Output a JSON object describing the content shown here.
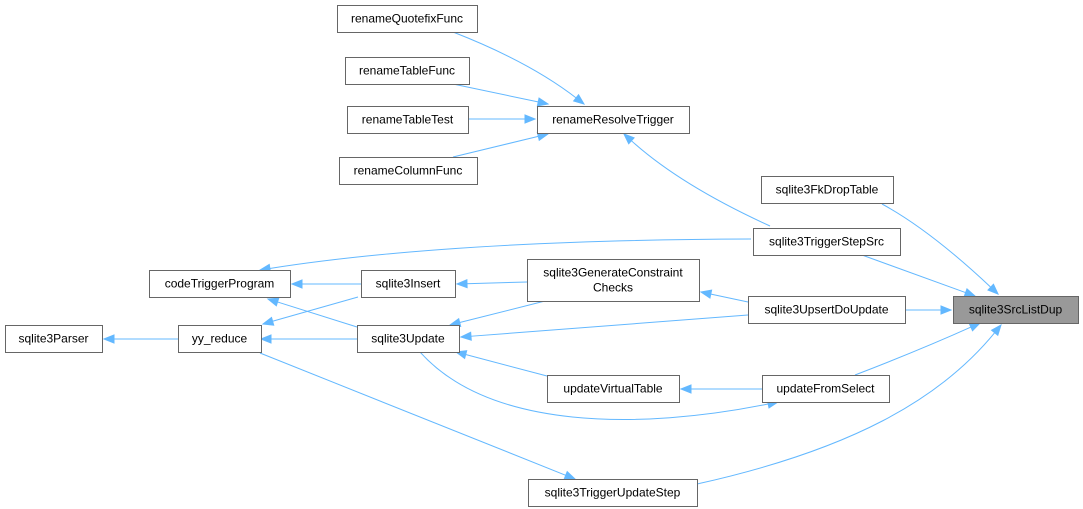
{
  "graph": {
    "colors": {
      "edge": "#63b8ff",
      "node_border": "#666666",
      "node_fill": "#ffffff",
      "target_fill": "#999999"
    },
    "nodes": [
      {
        "id": "renameQuotefixFunc",
        "label": "renameQuotefixFunc"
      },
      {
        "id": "renameTableFunc",
        "label": "renameTableFunc"
      },
      {
        "id": "renameTableTest",
        "label": "renameTableTest"
      },
      {
        "id": "renameColumnFunc",
        "label": "renameColumnFunc"
      },
      {
        "id": "renameResolveTrigger",
        "label": "renameResolveTrigger"
      },
      {
        "id": "sqlite3FkDropTable",
        "label": "sqlite3FkDropTable"
      },
      {
        "id": "sqlite3TriggerStepSrc",
        "label": "sqlite3TriggerStepSrc"
      },
      {
        "id": "codeTriggerProgram",
        "label": "codeTriggerProgram"
      },
      {
        "id": "sqlite3Insert",
        "label": "sqlite3Insert"
      },
      {
        "id": "sqlite3GenerateConstraintChecks",
        "label": [
          "sqlite3GenerateConstraint",
          "Checks"
        ]
      },
      {
        "id": "sqlite3UpsertDoUpdate",
        "label": "sqlite3UpsertDoUpdate"
      },
      {
        "id": "sqlite3SrcListDup",
        "label": "sqlite3SrcListDup",
        "target": true
      },
      {
        "id": "sqlite3Parser",
        "label": "sqlite3Parser"
      },
      {
        "id": "yy_reduce",
        "label": "yy_reduce"
      },
      {
        "id": "sqlite3Update",
        "label": "sqlite3Update"
      },
      {
        "id": "updateVirtualTable",
        "label": "updateVirtualTable"
      },
      {
        "id": "updateFromSelect",
        "label": "updateFromSelect"
      },
      {
        "id": "sqlite3TriggerUpdateStep",
        "label": "sqlite3TriggerUpdateStep"
      }
    ],
    "edges": [
      {
        "from": "renameQuotefixFunc",
        "to": "renameResolveTrigger"
      },
      {
        "from": "renameTableFunc",
        "to": "renameResolveTrigger"
      },
      {
        "from": "renameTableTest",
        "to": "renameResolveTrigger"
      },
      {
        "from": "renameColumnFunc",
        "to": "renameResolveTrigger"
      },
      {
        "from": "renameResolveTrigger",
        "to": "sqlite3TriggerStepSrc"
      },
      {
        "from": "codeTriggerProgram",
        "to": "sqlite3TriggerStepSrc"
      },
      {
        "from": "sqlite3FkDropTable",
        "to": "sqlite3SrcListDup"
      },
      {
        "from": "sqlite3TriggerStepSrc",
        "to": "sqlite3SrcListDup"
      },
      {
        "from": "sqlite3UpsertDoUpdate",
        "to": "sqlite3SrcListDup"
      },
      {
        "from": "updateFromSelect",
        "to": "sqlite3SrcListDup"
      },
      {
        "from": "sqlite3TriggerUpdateStep",
        "to": "sqlite3SrcListDup"
      },
      {
        "from": "sqlite3Insert",
        "to": "codeTriggerProgram"
      },
      {
        "from": "sqlite3Update",
        "to": "codeTriggerProgram"
      },
      {
        "from": "sqlite3GenerateConstraintChecks",
        "to": "sqlite3Insert"
      },
      {
        "from": "sqlite3GenerateConstraintChecks",
        "to": "sqlite3Update"
      },
      {
        "from": "sqlite3UpsertDoUpdate",
        "to": "sqlite3GenerateConstraintChecks"
      },
      {
        "from": "sqlite3UpsertDoUpdate",
        "to": "sqlite3Update"
      },
      {
        "from": "yy_reduce",
        "to": "sqlite3Parser"
      },
      {
        "from": "sqlite3Insert",
        "to": "yy_reduce"
      },
      {
        "from": "sqlite3Update",
        "to": "yy_reduce"
      },
      {
        "from": "sqlite3TriggerUpdateStep",
        "to": "yy_reduce"
      },
      {
        "from": "updateVirtualTable",
        "to": "sqlite3Update"
      },
      {
        "from": "updateFromSelect",
        "to": "updateVirtualTable"
      },
      {
        "from": "updateFromSelect",
        "to": "sqlite3Update"
      }
    ]
  }
}
